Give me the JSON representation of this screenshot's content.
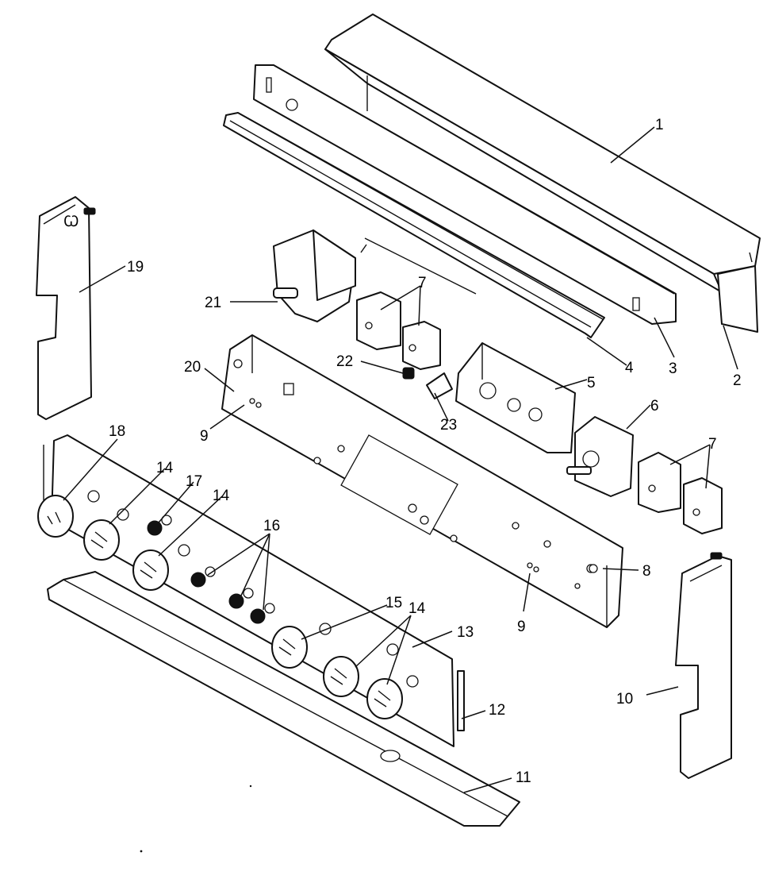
{
  "colors": {
    "line": "#111111",
    "background": "#ffffff"
  },
  "callouts": {
    "c1": "1",
    "c2": "2",
    "c3": "3",
    "c4": "4",
    "c5": "5",
    "c6": "6",
    "c7a": "7",
    "c7b": "7",
    "c8": "8",
    "c9a": "9",
    "c9b": "9",
    "c10": "10",
    "c11": "11",
    "c12": "12",
    "c13": "13",
    "c14a": "14",
    "c14b": "14",
    "c14c": "14",
    "c15": "15",
    "c16": "16",
    "c17": "17",
    "c18": "18",
    "c19": "19",
    "c20": "20",
    "c21": "21",
    "c22": "22",
    "c23": "23"
  }
}
